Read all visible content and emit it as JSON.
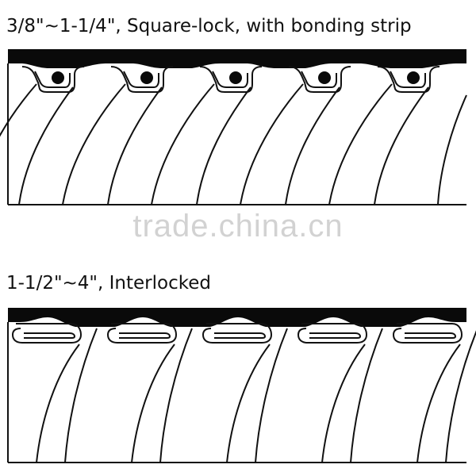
{
  "headings": {
    "square_lock": "3/8\"~1-1/4\", Square-lock, with bonding strip",
    "interlocked": "1-1/2\"~4\", Interlocked"
  },
  "watermark": "trade.china.cn",
  "diagrams": {
    "square_lock": {
      "profile": "square-lock",
      "bonding_strip": true,
      "convolutions": 5
    },
    "interlocked": {
      "profile": "interlocked",
      "bonding_strip": false,
      "convolutions": 5
    }
  },
  "colors": {
    "line": "#111111",
    "jacket": "#0a0a0a",
    "background": "#ffffff",
    "watermark": "#d2d2d2"
  }
}
